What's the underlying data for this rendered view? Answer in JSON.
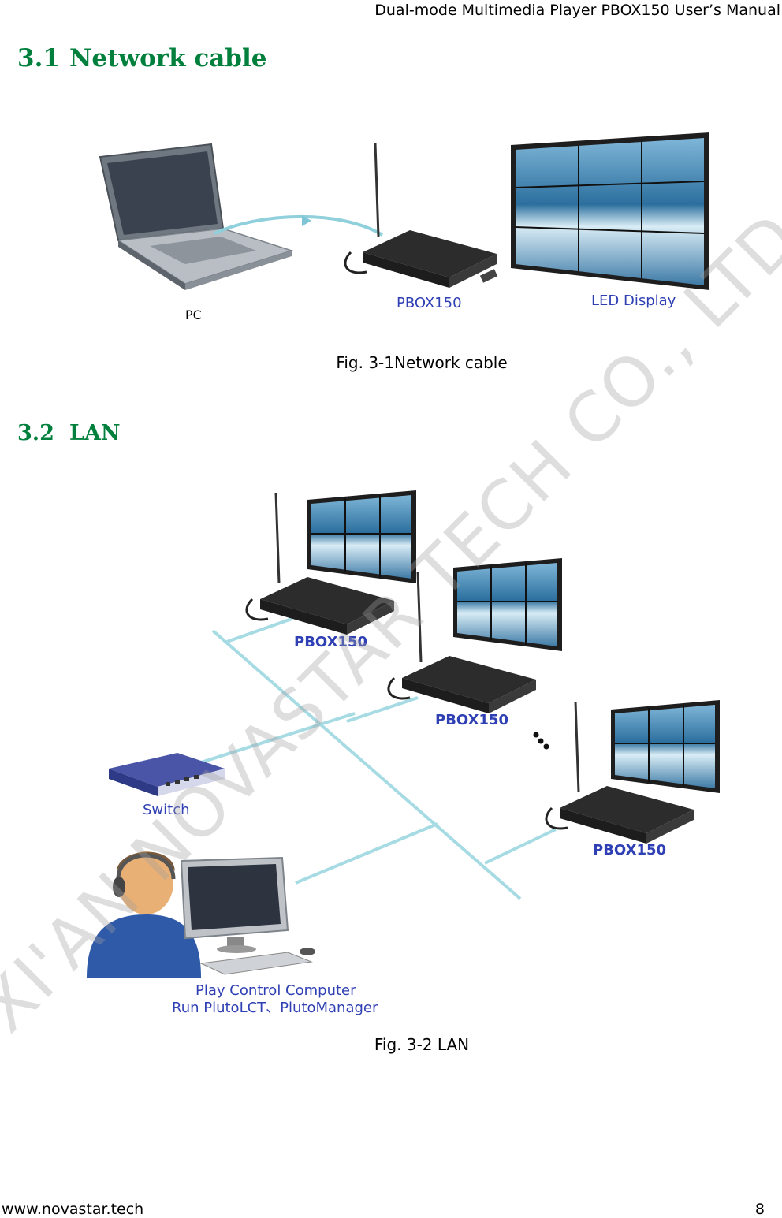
{
  "header": {
    "title": "Dual-mode Multimedia Player PBOX150 User’s Manual"
  },
  "section1": {
    "number": "3.1",
    "title": "Network cable",
    "figure": {
      "pc_label": "PC",
      "player_label": "PBOX150",
      "display_label": "LED Display"
    },
    "caption": "Fig. 3-1Network cable"
  },
  "section2": {
    "number": "3.2",
    "title": "LAN",
    "figure": {
      "player_labels": [
        "PBOX150",
        "PBOX150",
        "PBOX150"
      ],
      "switch_label": "Switch",
      "computer_label_line1": "Play Control Computer",
      "computer_label_line2": "Run PlutoLCT、PlutoManager"
    },
    "caption": "Fig. 3-2 LAN"
  },
  "watermark": "XI'AN NOVASTAR TECH CO., LTD",
  "footer": {
    "url": "www.novastar.tech",
    "page": "8"
  },
  "colors": {
    "heading": "#00803c",
    "label_blue": "#2f3fb4",
    "cable": "#8fd0dc"
  }
}
